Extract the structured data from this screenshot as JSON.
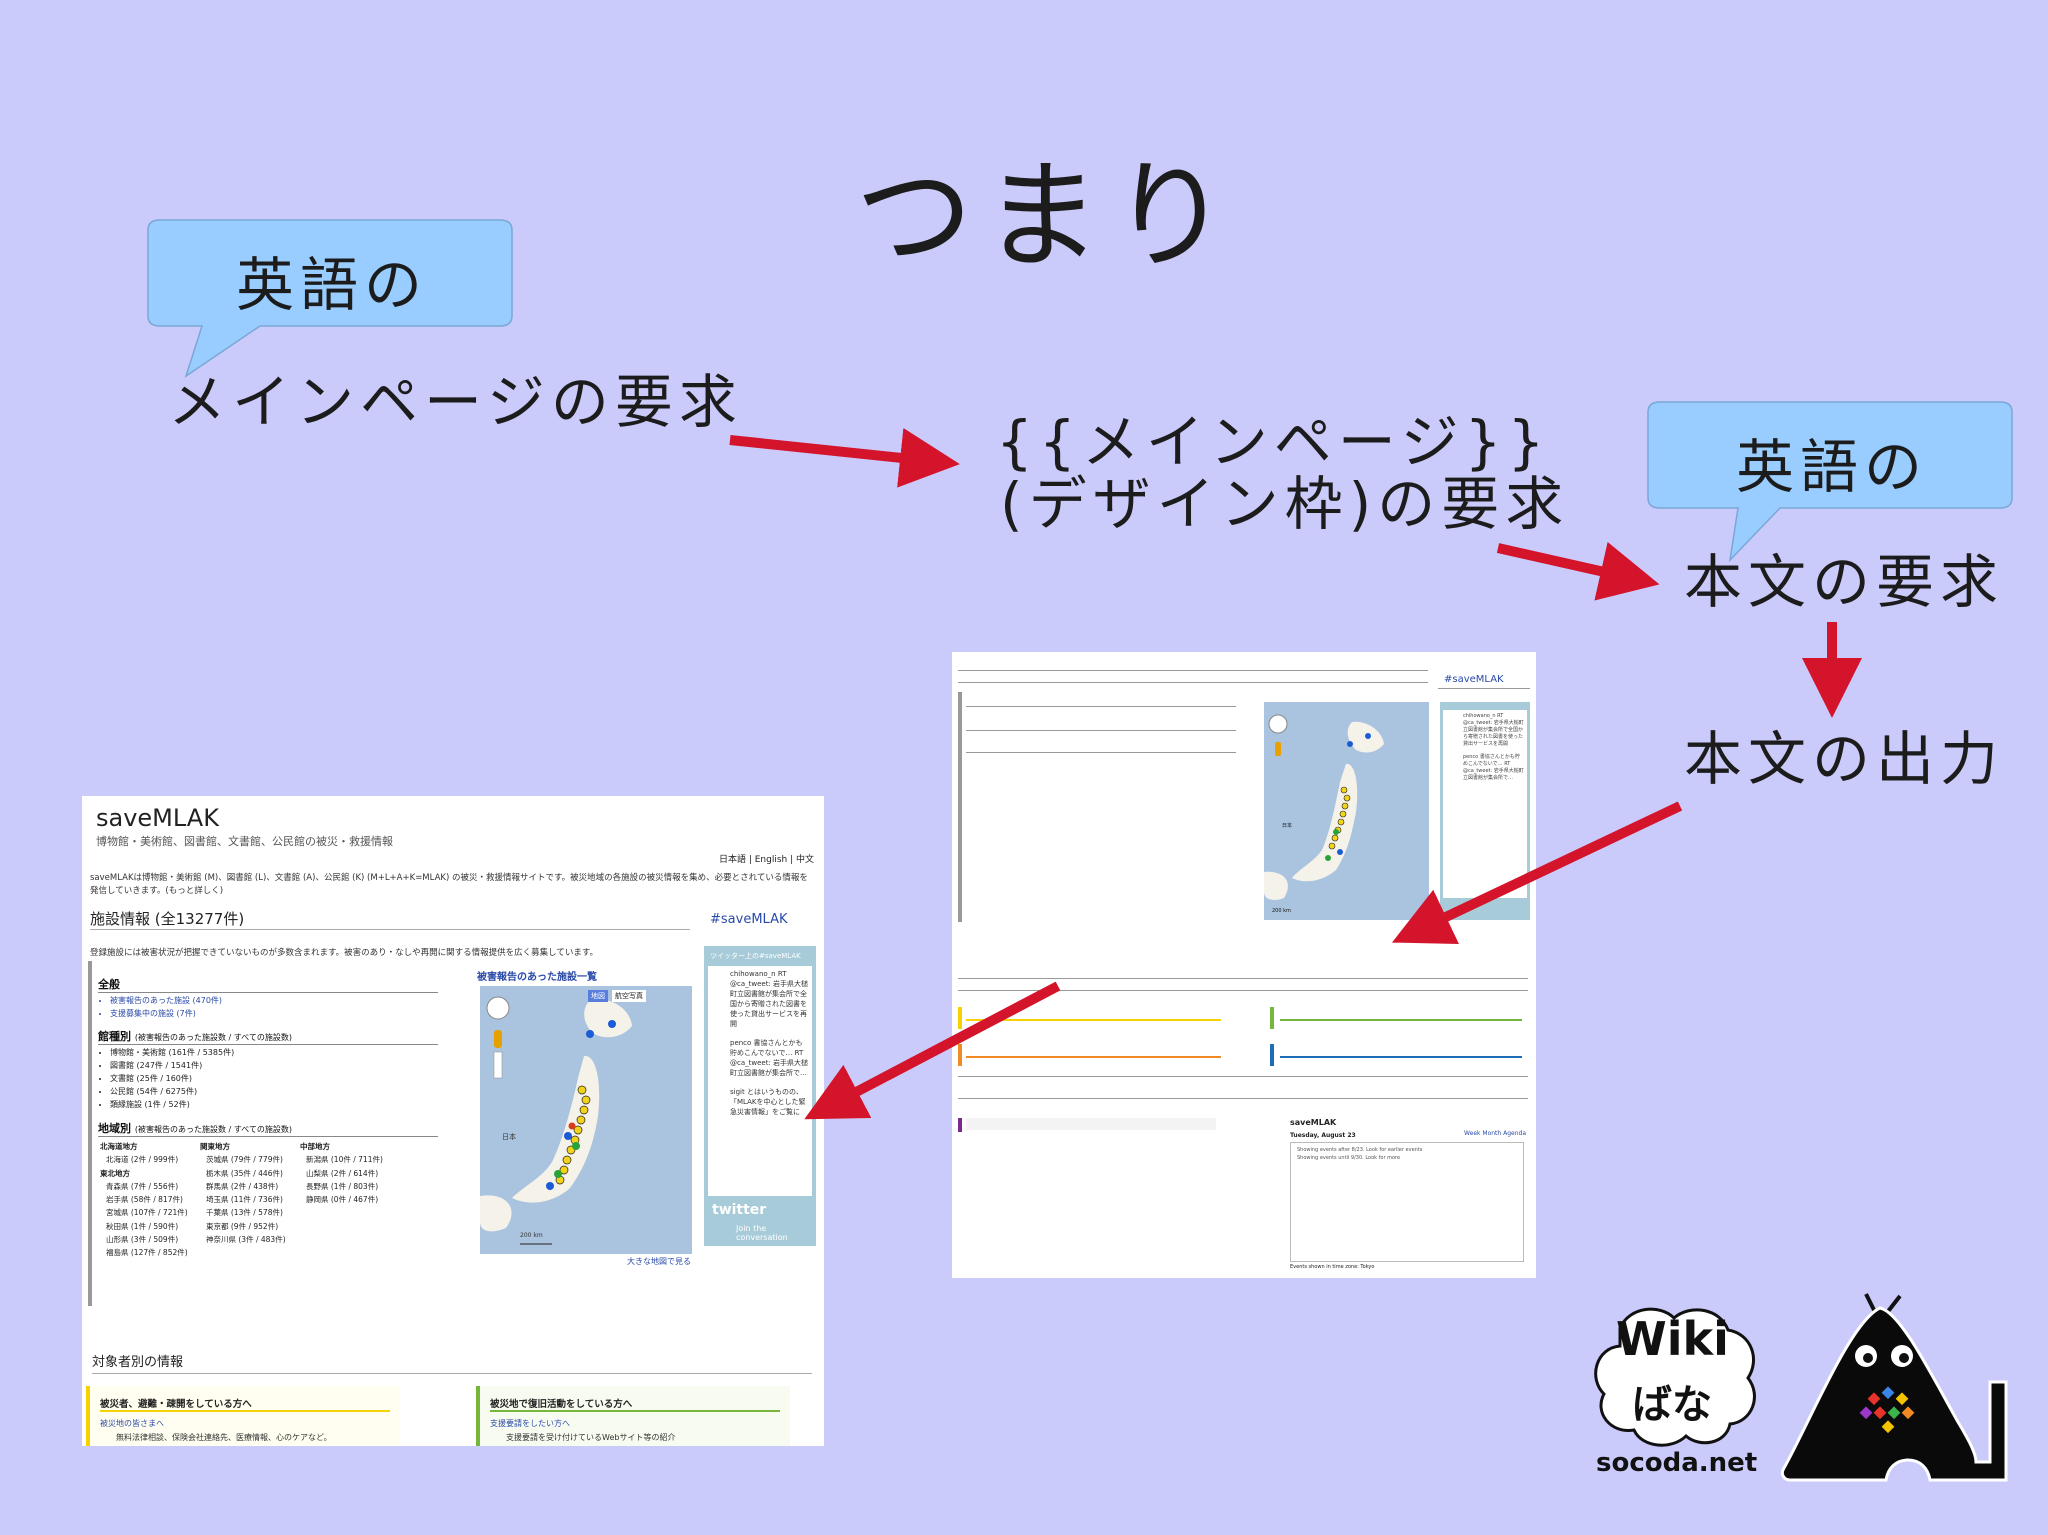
{
  "slide": {
    "title": "つまり",
    "step1": "メインページの要求",
    "step2_line1": "{{メインページ}}",
    "step2_line2": "(デザイン枠)の要求",
    "step3": "本文の要求",
    "step4": "本文の出力",
    "bubble_left": "英語の",
    "bubble_right": "英語の"
  },
  "colors": {
    "background": "#cbcbfb",
    "bubble": "#99ccff",
    "arrow": "#d4142a"
  },
  "shotA": {
    "site_name": "saveMLAK",
    "tagline": "博物館・美術館、図書館、文書館、公民館の被災・救援情報",
    "language_links": "日本語 | English | 中文",
    "intro": "saveMLAKは博物館・美術館 (M)、図書館 (L)、文書館 (A)、公民館 (K) (M+L+A+K=MLAK) の被災・救援情報サイトです。被災地域の各施設の被災情報を集め、必要とされている情報を発信していきます。(もっと詳しく)",
    "facility_heading": "施設情報 (全13277件)",
    "facility_note": "登録施設には被害状況が把握できていないものが多数含まれます。被害のあり・なしや再開に関する情報提供を広く募集しています。",
    "all_heading": "全般",
    "all_items": [
      "被害報告のあった施設 (470件)",
      "支援募集中の施設 (7件)"
    ],
    "type_heading": "館種別",
    "type_note": "(被害報告のあった施設数 / すべての施設数)",
    "type_items": [
      "博物館・美術館 (161件 / 5385件)",
      "図書館 (247件 / 1541件)",
      "文書館 (25件 / 160件)",
      "公民館 (54件 / 6275件)",
      "類縁施設 (1件 / 52件)"
    ],
    "region_heading": "地域別",
    "region_note": "(被害報告のあった施設数 / すべての施設数)",
    "region_col1": [
      "北海道地方",
      "北海道 (2件 / 999件)",
      "東北地方",
      "青森県 (7件 / 556件)",
      "岩手県 (58件 / 817件)",
      "宮城県 (107件 / 721件)",
      "秋田県 (1件 / 590件)",
      "山形県 (3件 / 509件)",
      "福島県 (127件 / 852件)"
    ],
    "region_col2": [
      "関東地方",
      "茨城県 (79件 / 779件)",
      "栃木県 (35件 / 446件)",
      "群馬県 (2件 / 438件)",
      "埼玉県 (11件 / 736件)",
      "千葉県 (13件 / 578件)",
      "東京都 (9件 / 952件)",
      "神奈川県 (3件 / 483件)"
    ],
    "region_col3": [
      "中部地方",
      "新潟県 (10件 / 711件)",
      "山梨県 (2件 / 614件)",
      "長野県 (1件 / 803件)",
      "静岡県 (0件 / 467件)"
    ],
    "map_title": "被害報告のあった施設一覧",
    "map_buttons": [
      "地図",
      "航空写真"
    ],
    "map_label_japan": "日本",
    "map_scale": "200 km",
    "map_big_link": "大きな地図で見る",
    "twitter_hashtag": "#saveMLAK",
    "twitter_header": "ツイッター上の#saveMLAK",
    "twitter_logo": "twitter",
    "twitter_join": "Join the conversation",
    "tweets": [
      "chihowano_n RT @ca_tweet: 岩手県大槌町立図書館が集会所で全国から寄贈された図書を使った貸出サービスを再開",
      "penco 書協さんとかも貯めこんでないで… RT @ca_tweet: 岩手県大槌町立図書館が集会所で…",
      "sigit とはいうものの、「MLAKを中心とした緊急災害情報」をご覧に"
    ],
    "target_heading": "対象者別の情報",
    "box_left_title": "被災者、避難・疎開をしている方へ",
    "box_left_link": "被災地の皆さまへ",
    "box_left_desc": "無料法律相談、保険会社連絡先、医療情報、心のケアなど。",
    "box_right_title": "被災地で復旧活動をしている方へ",
    "box_right_link": "支援要請をしたい方へ",
    "box_right_desc": "支援要請を受け付けているWebサイト等の紹介"
  },
  "shotB": {
    "twitter_hashtag": "#saveMLAK",
    "map_label_japan": "日本",
    "map_scale": "200 km",
    "calendar_title": "saveMLAK",
    "calendar_date": "Tuesday, August 23",
    "calendar_views": "Week  Month  Agenda",
    "calendar_line1": "Showing events after 8/23. Look for earlier events",
    "calendar_line2": "Showing events until 9/30. Look for more",
    "calendar_footer": "Events shown in time zone: Tokyo"
  },
  "logo": {
    "wiki_line1": "Wiki",
    "wiki_line2": "ばな",
    "site": "socoda.net"
  }
}
